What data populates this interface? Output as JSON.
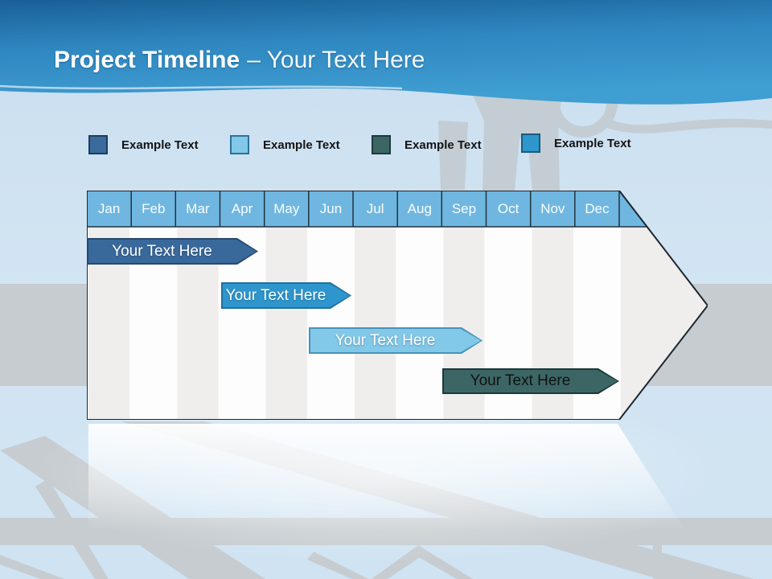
{
  "title": {
    "bold": "Project Timeline",
    "rest": "– Your Text Here"
  },
  "legend": {
    "items": [
      {
        "label": "Example Text",
        "color": "#3a6b9c"
      },
      {
        "label": "Example Text",
        "color": "#82c8e8"
      },
      {
        "label": "Example Text",
        "color": "#3c6665"
      },
      {
        "label": "Example Text",
        "color": "#2e96cc"
      }
    ]
  },
  "timeline": {
    "months": [
      "Jan",
      "Feb",
      "Mar",
      "Apr",
      "May",
      "Jun",
      "Jul",
      "Aug",
      "Sep",
      "Oct",
      "Nov",
      "Dec"
    ],
    "header_color": "#6fb7e0",
    "bars": [
      {
        "label": "Your Text Here",
        "color": "#39689b",
        "text_color": "#ffffff",
        "starts": "Jan",
        "ends": "Mar"
      },
      {
        "label": "Your Text Here",
        "color": "#2e96cc",
        "text_color": "#ffffff",
        "starts": "Apr",
        "ends": "Jun"
      },
      {
        "label": "Your Text Here",
        "color": "#82c8e8",
        "text_color": "#ffffff",
        "starts": "Jun",
        "ends": "Sep"
      },
      {
        "label": "Your Text Here",
        "color": "#3c6665",
        "text_color": "#1a1a1a",
        "starts": "Sep",
        "ends": "Dec"
      }
    ]
  },
  "colors": {
    "header_gradient_top": "#1a5f97",
    "header_gradient_bottom": "#3f9ed2",
    "background": "#cfe3f2",
    "silhouette_gray": "#c3cdd3",
    "band_gray": "#c6ccd0",
    "stripe_gray": "#efeeed",
    "stripe_white": "#fdfdfd",
    "table_outline": "#1c2730"
  }
}
